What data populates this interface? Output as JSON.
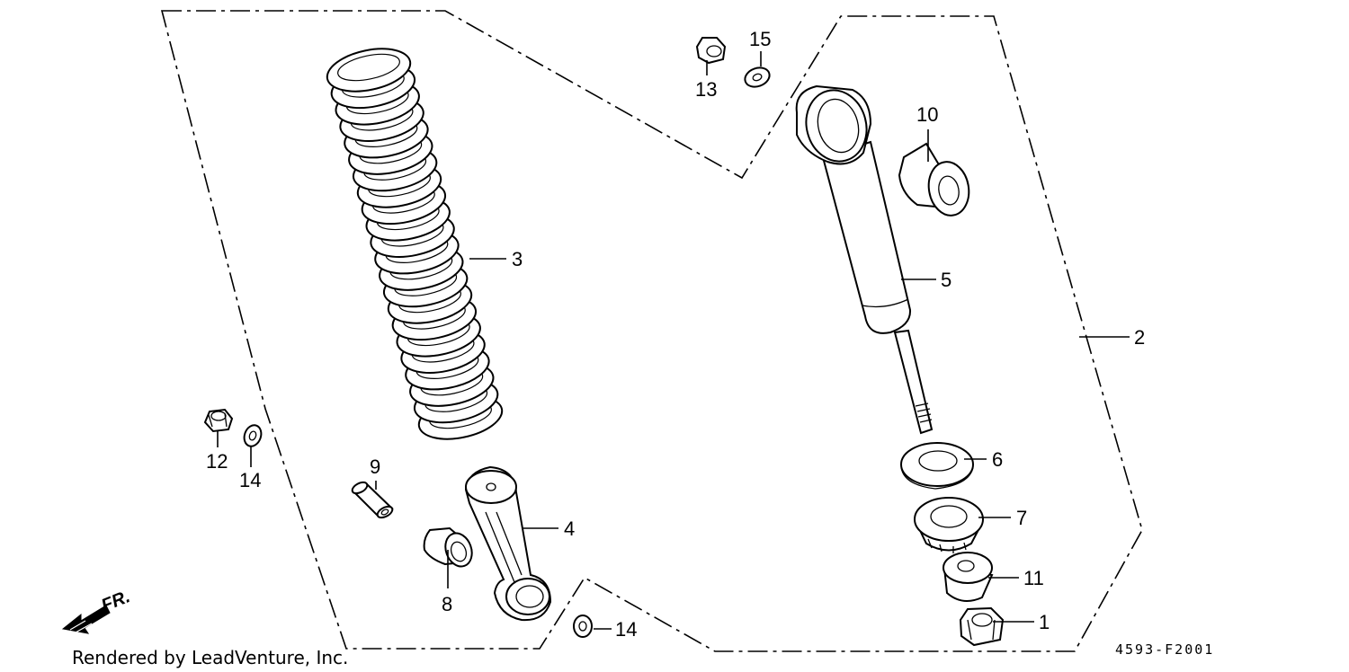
{
  "callouts": {
    "c1": "1",
    "c2": "2",
    "c3": "3",
    "c4": "4",
    "c5": "5",
    "c6": "6",
    "c7": "7",
    "c8": "8",
    "c9": "9",
    "c10": "10",
    "c11": "11",
    "c12": "12",
    "c13": "13",
    "c14a": "14",
    "c14b": "14",
    "c15": "15"
  },
  "front_marker": "FR.",
  "diagram_code": "4593-F2001",
  "credit": "Rendered by LeadVenture, Inc."
}
